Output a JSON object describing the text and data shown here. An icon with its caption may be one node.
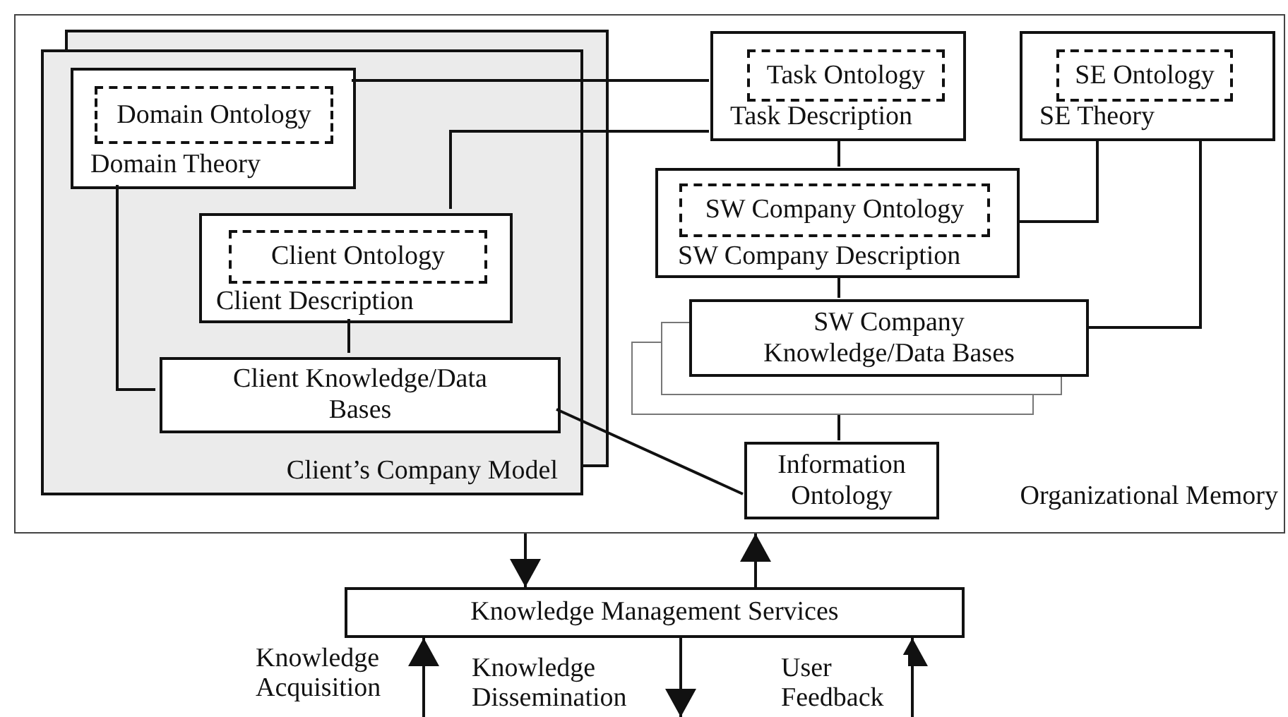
{
  "diagram": {
    "nodes": [
      {
        "text": [
          "Organizational Memory"
        ]
      },
      {
        "text": [
          "Client’s Company Model"
        ],
        "in": 0
      },
      {
        "text": [
          "Domain Theory"
        ],
        "in": 1
      },
      {
        "text": [
          "Domain Ontology"
        ],
        "in": 2
      },
      {
        "text": [
          "Client Description"
        ],
        "in": 1
      },
      {
        "text": [
          "Client Ontology"
        ],
        "in": 4
      },
      {
        "text": [
          "Client Knowledge/Data Bases"
        ],
        "in": 1
      },
      {
        "text": [
          "Task Description"
        ],
        "in": 0
      },
      {
        "text": [
          "Task Ontology"
        ],
        "in": 7
      },
      {
        "text": [
          "SE Theory"
        ],
        "in": 0
      },
      {
        "text": [
          "SE Ontology"
        ],
        "in": 9
      },
      {
        "text": [
          "SW Company Description"
        ],
        "in": 0
      },
      {
        "text": [
          "SW Company Ontology"
        ],
        "in": 11
      },
      {
        "text": [
          "SW Company Knowledge/Data Bases"
        ],
        "in": 0
      },
      {
        "text": [
          "Information Ontology"
        ],
        "in": 0
      },
      {
        "text": [
          "Knowledge Management Services"
        ]
      }
    ],
    "edges": [
      {
        "from": 2,
        "to": 7,
        "arrow": "none"
      },
      {
        "from": 4,
        "to": 7,
        "arrow": "none"
      },
      {
        "from": 2,
        "to": 6,
        "arrow": "none"
      },
      {
        "from": 4,
        "to": 6,
        "arrow": "none"
      },
      {
        "from": 6,
        "to": 14,
        "arrow": "none"
      },
      {
        "from": 7,
        "to": 11,
        "arrow": "none"
      },
      {
        "from": 9,
        "to": 11,
        "arrow": "none"
      },
      {
        "from": 9,
        "to": 13,
        "arrow": "none"
      },
      {
        "from": 11,
        "to": 13,
        "arrow": "none"
      },
      {
        "from": 13,
        "to": 14,
        "arrow": "none"
      },
      {
        "from": 0,
        "to": 15,
        "arrow": "to"
      },
      {
        "from": 15,
        "to": 0,
        "arrow": "to"
      },
      {
        "from": null,
        "to": 15,
        "arrow": "to",
        "label": "Knowledge Acquisition"
      },
      {
        "from": 15,
        "to": null,
        "arrow": "to",
        "label": "Knowledge Dissemination"
      },
      {
        "from": null,
        "to": 15,
        "arrow": "to",
        "label": "User Feedback"
      }
    ]
  }
}
